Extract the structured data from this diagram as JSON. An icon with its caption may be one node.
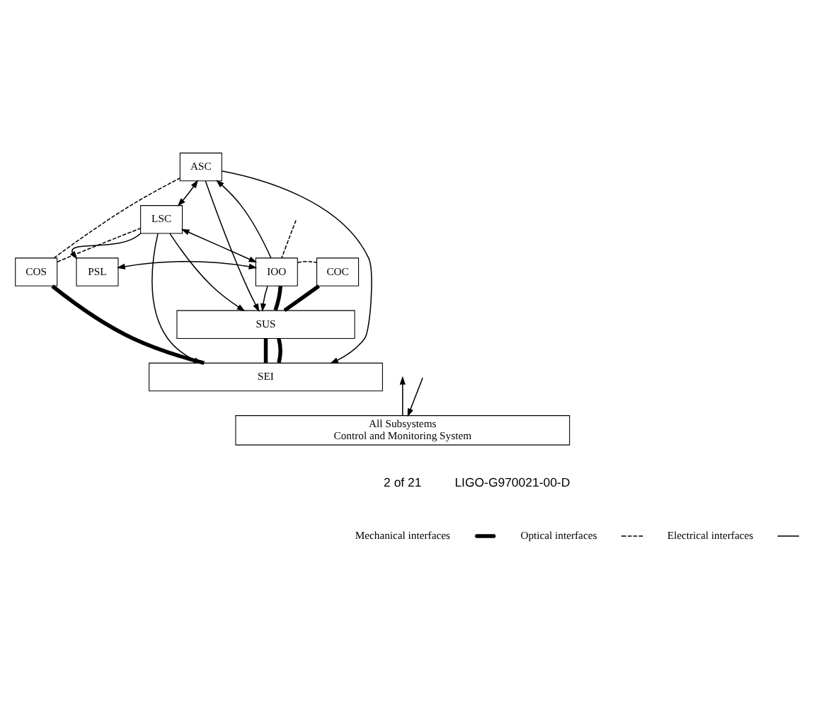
{
  "diagram": {
    "nodes": [
      {
        "text": [
          "ASC"
        ]
      },
      {
        "text": [
          "LSC"
        ]
      },
      {
        "text": [
          "PSL"
        ]
      },
      {
        "text": [
          "IOO"
        ]
      },
      {
        "text": [
          "COC"
        ]
      },
      {
        "text": [
          "COS"
        ]
      },
      {
        "text": [
          "SUS"
        ]
      },
      {
        "text": [
          "SEI"
        ]
      },
      {
        "text": [
          "All Subsystems",
          "Control and Monitoring System"
        ]
      }
    ],
    "edges": [
      {
        "from": 0,
        "to": 7,
        "arrow": "to"
      },
      {
        "from": 0,
        "to": 6,
        "arrow": "to"
      },
      {
        "from": 0,
        "to": 1,
        "arrow": "both"
      },
      {
        "from": 3,
        "to": 0,
        "arrow": "to"
      },
      {
        "from": 1,
        "to": 2,
        "arrow": "to"
      },
      {
        "from": 1,
        "to": 7,
        "arrow": "to"
      },
      {
        "from": 1,
        "to": 6,
        "arrow": "to"
      },
      {
        "from": 1,
        "to": 3,
        "arrow": "both"
      },
      {
        "from": 2,
        "to": 3,
        "arrow": "both"
      },
      {
        "from": 3,
        "to": 6,
        "arrow": "to"
      },
      {
        "from": 3,
        "to": 6,
        "arrow": "none",
        "style": "thick"
      },
      {
        "from": 4,
        "to": 6,
        "arrow": "none",
        "style": "thick"
      },
      {
        "from": 6,
        "to": 7,
        "arrow": "none",
        "style": "thick"
      },
      {
        "from": 6,
        "to": 7,
        "arrow": "none",
        "style": "thick"
      },
      {
        "from": 5,
        "to": 7,
        "arrow": "none",
        "style": "thick"
      },
      {
        "from": 3,
        "to": 4,
        "arrow": "none",
        "style": "dashed"
      },
      {
        "from": null,
        "to": 3,
        "arrow": "none",
        "style": "dashed"
      },
      {
        "from": 5,
        "to": 1,
        "arrow": "none",
        "style": "dashed"
      },
      {
        "from": 5,
        "to": 0,
        "arrow": "none",
        "style": "dashed"
      },
      {
        "from": null,
        "to": 8,
        "arrow": "to"
      },
      {
        "from": 8,
        "to": null,
        "arrow": "to"
      }
    ],
    "labels": [
      "2 of 21",
      "LIGO-G970021-00-D"
    ],
    "legend": [
      {
        "text": "Mechanical interfaces"
      },
      {
        "text": "Optical interfaces"
      },
      {
        "text": "Electrical interfaces"
      }
    ]
  }
}
